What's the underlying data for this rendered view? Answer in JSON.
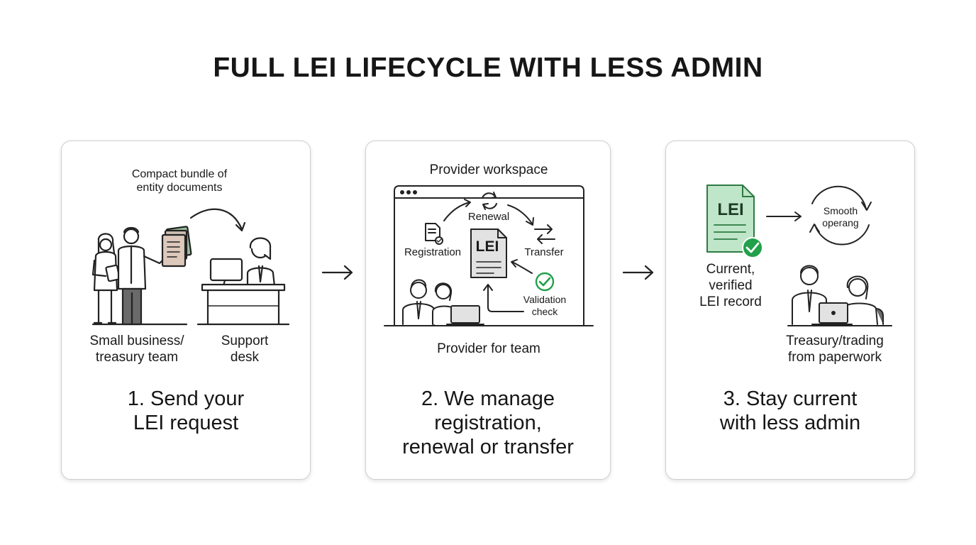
{
  "title": "FULL LEI LIFECYCLE WITH LESS ADMIN",
  "steps": [
    {
      "heading": "1. Send your\nLEI request",
      "bundle_label": "Compact bundle of\nentity documents",
      "left_label": "Small business/\ntreasury team",
      "right_label": "Support\ndesk"
    },
    {
      "heading": "2. We manage\nregistration,\nrenewal or transfer",
      "workspace_label": "Provider workspace",
      "nodes": {
        "registration": "Registration",
        "renewal": "Renewal",
        "transfer": "Transfer",
        "validation": "Validation\ncheck",
        "document": "LEI"
      },
      "bottom_label": "Provider for team"
    },
    {
      "heading": "3. Stay current\nwith less admin",
      "document": "LEI",
      "record_label": "Current,\nverified\nLEI record",
      "cycle_label": "Smooth\noperang",
      "team_label": "Treasury/trading\nfrom paperwork"
    }
  ],
  "colors": {
    "accent_green": "#22a04a",
    "doc_green_fill": "#bfe6c8",
    "doc_beige_fill": "#dcc9bb",
    "doc_grey_fill": "#e2e2e2"
  },
  "icons": [
    "person-icon",
    "document-stack-icon",
    "computer-icon",
    "desk-icon",
    "browser-window-icon",
    "refresh-icon",
    "swap-icon",
    "checkmark-icon",
    "cycle-icon",
    "laptop-icon",
    "arrow-icon"
  ]
}
